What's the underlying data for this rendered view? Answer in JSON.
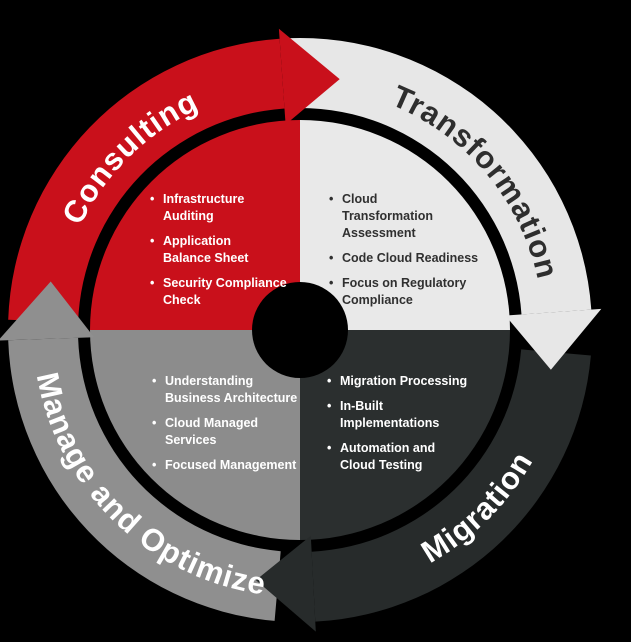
{
  "background_color": "#000000",
  "center_circle_color": "#000000",
  "segments": [
    {
      "label": "Consulting",
      "quadrant_color": "#c9101b",
      "arrow_color": "#c9101b",
      "label_color": "#ffffff",
      "items_color": "#ffffff",
      "items": [
        {
          "text": "Infrastructure Auditing",
          "lines": [
            "Infrastructure",
            "Auditing"
          ]
        },
        {
          "text": "Application Balance Sheet",
          "lines": [
            "Application",
            "Balance Sheet"
          ]
        },
        {
          "text": "Security Compliance Check",
          "lines": [
            "Security Compliance",
            "Check"
          ]
        }
      ]
    },
    {
      "label": "Transformation",
      "quadrant_color": "#e9e9e9",
      "arrow_color": "#e7e7e7",
      "label_color": "#2e2e2e",
      "items_color": "#303030",
      "items": [
        {
          "text": "Cloud Transformation Assessment",
          "lines": [
            "Cloud",
            "Transformation",
            "Assessment"
          ]
        },
        {
          "text": "Code Cloud Readiness",
          "lines": [
            "Code Cloud Readiness"
          ]
        },
        {
          "text": "Focus on Regulatory Compliance",
          "lines": [
            "Focus on Regulatory",
            "Compliance"
          ]
        }
      ]
    },
    {
      "label": "Migration",
      "quadrant_color": "#2b2f2f",
      "arrow_color": "#272b2b",
      "label_color": "#ffffff",
      "items_color": "#ffffff",
      "items": [
        {
          "text": "Migration Processing",
          "lines": [
            "Migration Processing"
          ]
        },
        {
          "text": "In-Built Implementations",
          "lines": [
            "In-Built",
            "Implementations"
          ]
        },
        {
          "text": "Automation and Cloud Testing",
          "lines": [
            "Automation and",
            "Cloud Testing"
          ]
        }
      ]
    },
    {
      "label": "Manage and Optimize",
      "quadrant_color": "#8c8c8c",
      "arrow_color": "#8f8f8f",
      "label_color": "#ffffff",
      "items_color": "#ffffff",
      "items": [
        {
          "text": "Understanding Business Architecture",
          "lines": [
            "Understanding",
            "Business Architecture"
          ]
        },
        {
          "text": "Cloud Managed Services",
          "lines": [
            "Cloud Managed",
            "Services"
          ]
        },
        {
          "text": "Focused Management",
          "lines": [
            "Focused Management"
          ]
        }
      ]
    }
  ]
}
